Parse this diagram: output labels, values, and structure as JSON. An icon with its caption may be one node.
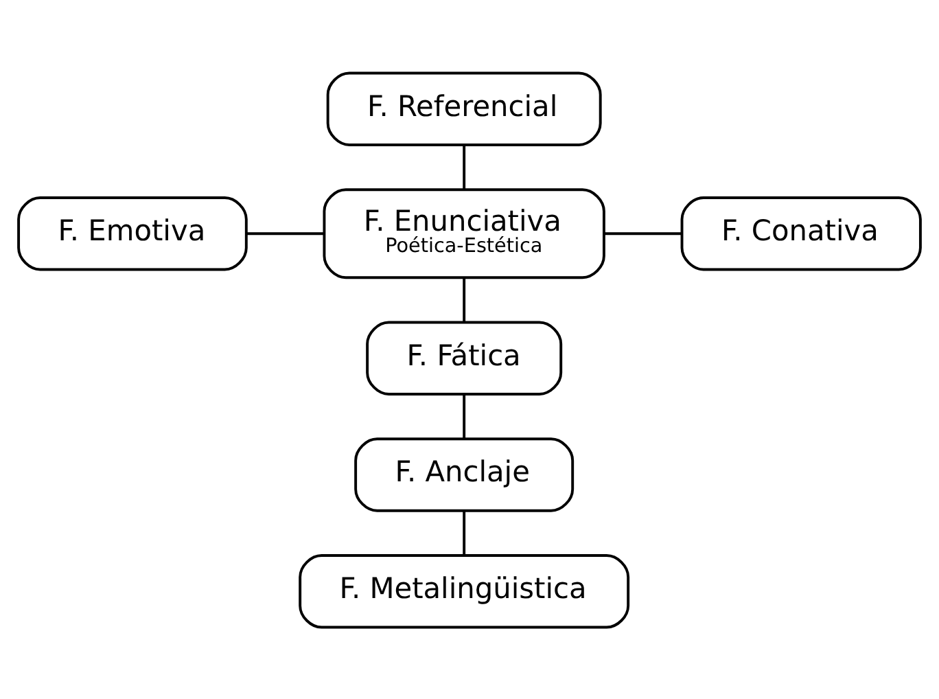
{
  "diagram": {
    "nodes": [
      {
        "text": [
          "F. Referencial"
        ]
      },
      {
        "text": [
          "F. Emotiva"
        ]
      },
      {
        "text": [
          "F. Enunciativa",
          "Poética-Estética"
        ]
      },
      {
        "text": [
          "F. Conativa"
        ]
      },
      {
        "text": [
          "F. Fática"
        ]
      },
      {
        "text": [
          "F. Anclaje"
        ]
      },
      {
        "text": [
          "F. Metalingüistica"
        ]
      }
    ],
    "edges": [
      {
        "from": 0,
        "to": 2,
        "arrow": "none"
      },
      {
        "from": 1,
        "to": 2,
        "arrow": "none"
      },
      {
        "from": 2,
        "to": 3,
        "arrow": "none"
      },
      {
        "from": 2,
        "to": 4,
        "arrow": "none"
      },
      {
        "from": 4,
        "to": 5,
        "arrow": "none"
      },
      {
        "from": 5,
        "to": 6,
        "arrow": "none"
      }
    ]
  }
}
